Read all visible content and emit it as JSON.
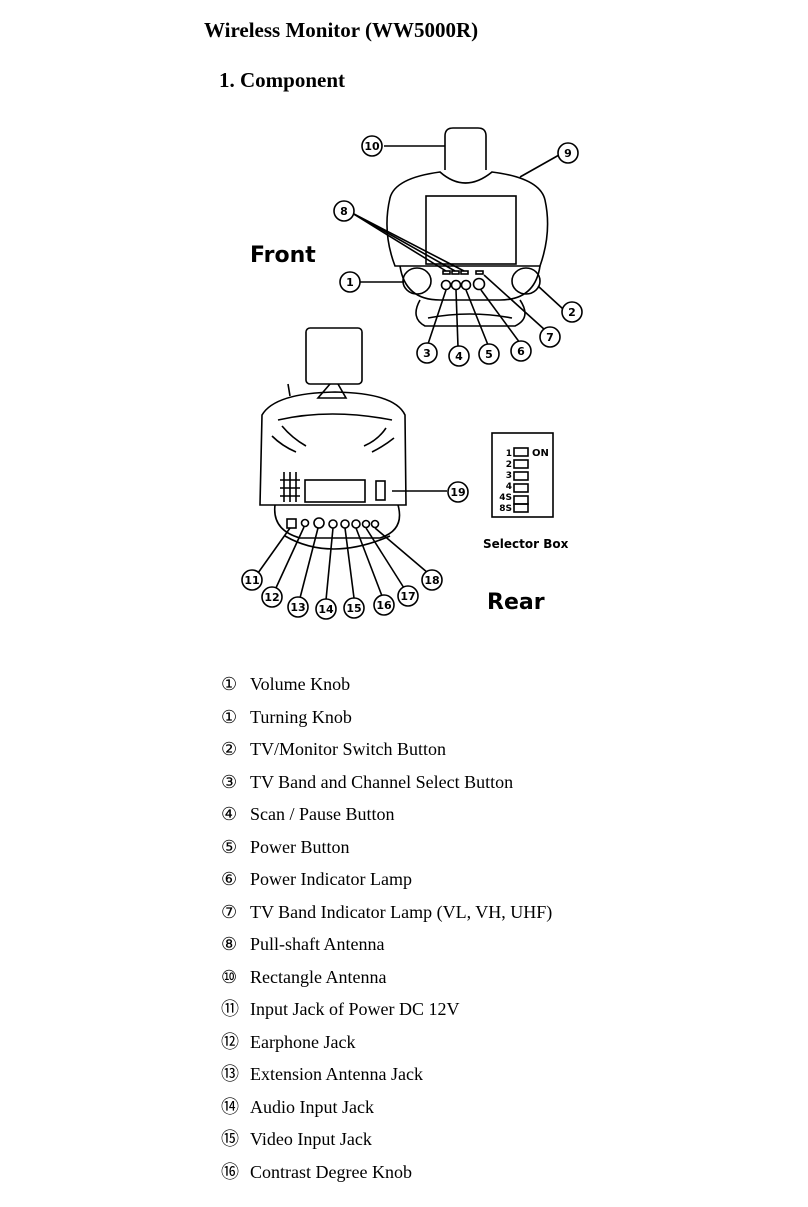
{
  "document": {
    "title": "Wireless Monitor (WW5000R)",
    "section": "1. Component"
  },
  "diagram": {
    "front_label": "Front",
    "rear_label": "Rear",
    "selector_title": "Selector Box",
    "selector_on": "ON",
    "selector_rows": [
      "1",
      "2",
      "3",
      "4",
      "4S",
      "8S"
    ],
    "callouts": [
      "1",
      "2",
      "3",
      "4",
      "5",
      "6",
      "7",
      "8",
      "9",
      "10",
      "11",
      "12",
      "13",
      "14",
      "15",
      "16",
      "17",
      "18",
      "19"
    ]
  },
  "components": [
    {
      "num": "①",
      "label": "Volume Knob"
    },
    {
      "num": "①",
      "label": "Turning Knob"
    },
    {
      "num": "②",
      "label": "TV/Monitor Switch Button"
    },
    {
      "num": "③",
      "label": "TV Band and Channel Select Button"
    },
    {
      "num": "④",
      "label": "Scan / Pause Button"
    },
    {
      "num": "⑤",
      "label": "Power Button"
    },
    {
      "num": "⑥",
      "label": "Power Indicator Lamp"
    },
    {
      "num": "⑦",
      "label": "TV Band Indicator Lamp (VL, VH, UHF)"
    },
    {
      "num": "⑧",
      "label": "Pull-shaft Antenna"
    },
    {
      "num": "⑩",
      "label": "Rectangle Antenna"
    },
    {
      "num": "⑪",
      "label": "Input Jack of Power DC 12V"
    },
    {
      "num": "⑫",
      "label": "Earphone Jack"
    },
    {
      "num": "⑬",
      "label": "Extension Antenna Jack"
    },
    {
      "num": "⑭",
      "label": "Audio Input Jack"
    },
    {
      "num": "⑮",
      "label": "Video Input Jack"
    },
    {
      "num": "⑯",
      "label": "Contrast Degree Knob"
    }
  ]
}
